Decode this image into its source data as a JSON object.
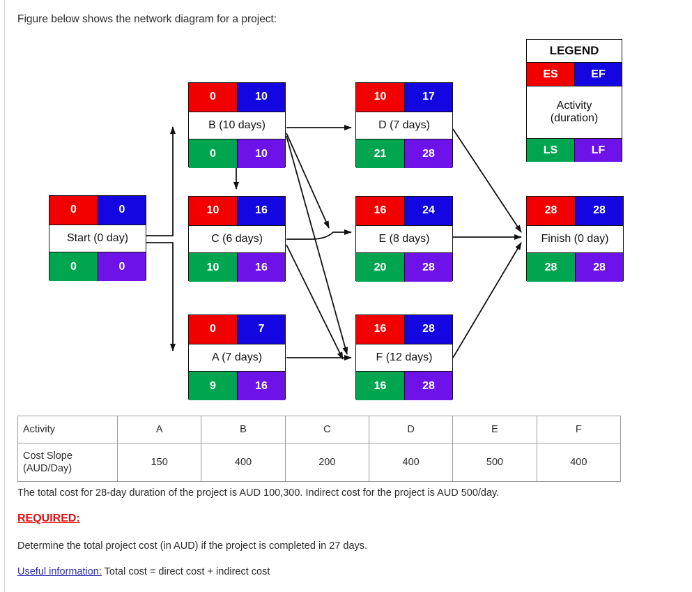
{
  "intro": "Figure below shows the network diagram for a project:",
  "legend": {
    "title": "LEGEND",
    "es": "ES",
    "ef": "EF",
    "activity_line1": "Activity",
    "activity_line2": "(duration)",
    "ls": "LS",
    "lf": "LF"
  },
  "colors": {
    "es": "#f20000",
    "ef": "#1306e0",
    "ls": "#00a550",
    "lf": "#6d12e8",
    "required": "#e01010",
    "link": "#2a2ab5"
  },
  "nodes": {
    "start": {
      "es": "0",
      "ef": "0",
      "label": "Start (0 day)",
      "ls": "0",
      "lf": "0"
    },
    "b": {
      "es": "0",
      "ef": "10",
      "label": "B (10 days)",
      "ls": "0",
      "lf": "10"
    },
    "c": {
      "es": "10",
      "ef": "16",
      "label": "C (6 days)",
      "ls": "10",
      "lf": "16"
    },
    "a": {
      "es": "0",
      "ef": "7",
      "label": "A (7 days)",
      "ls": "9",
      "lf": "16"
    },
    "d": {
      "es": "10",
      "ef": "17",
      "label": "D (7 days)",
      "ls": "21",
      "lf": "28"
    },
    "e": {
      "es": "16",
      "ef": "24",
      "label": "E (8 days)",
      "ls": "20",
      "lf": "28"
    },
    "f": {
      "es": "16",
      "ef": "28",
      "label": "F (12 days)",
      "ls": "16",
      "lf": "28"
    },
    "finish": {
      "es": "28",
      "ef": "28",
      "label": "Finish (0 day)",
      "ls": "28",
      "lf": "28"
    }
  },
  "table": {
    "row1_label": "Activity",
    "row2_label_line1": "Cost Slope",
    "row2_label_line2": "(AUD/Day)",
    "activities": [
      "A",
      "B",
      "C",
      "D",
      "E",
      "F"
    ],
    "cost_slopes": [
      "150",
      "400",
      "200",
      "400",
      "500",
      "400"
    ]
  },
  "text": {
    "total_cost": "The total cost for 28-day duration of the project is AUD 100,300. Indirect cost for the project is AUD 500/day.",
    "required_heading": "REQUIRED:",
    "determine": "Determine the total project cost (in AUD) if the project is completed in 27 days.",
    "useful_label": "Useful information:",
    "useful_body": " Total cost = direct cost + indirect cost"
  }
}
